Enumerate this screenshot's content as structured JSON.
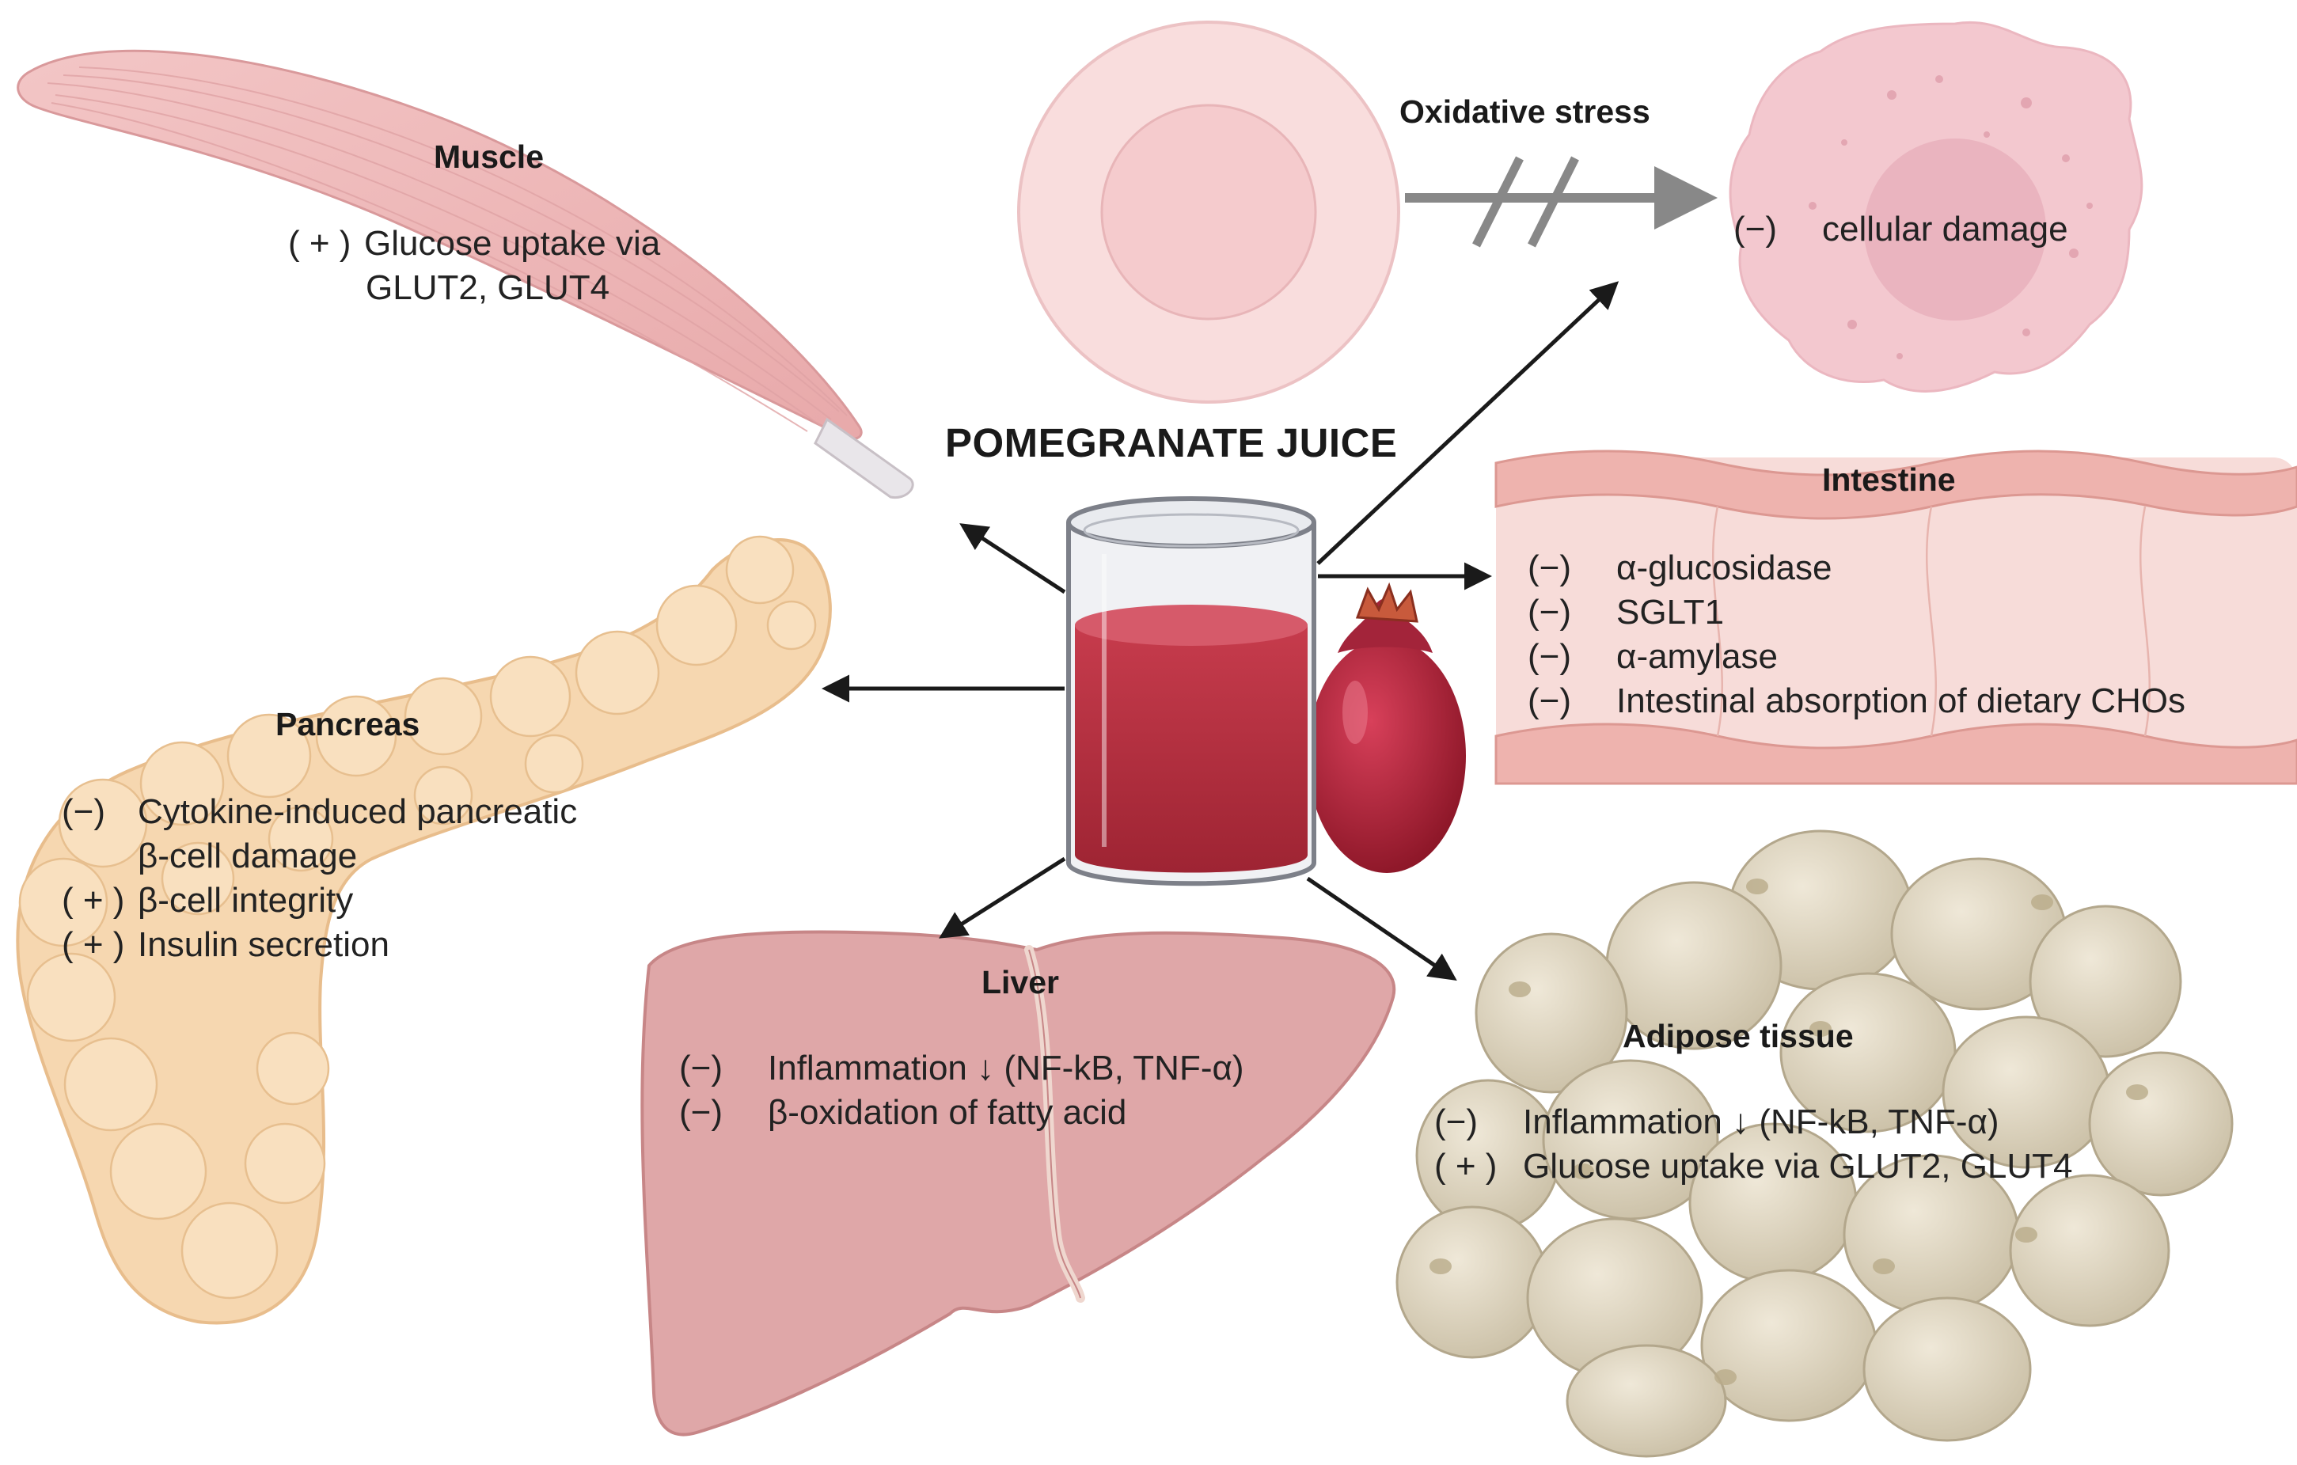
{
  "title": "POMEGRANATE JUICE",
  "oxidative_stress": {
    "label": "Oxidative stress",
    "effect": {
      "sign": "(−)",
      "text": "cellular damage"
    }
  },
  "muscle": {
    "title": "Muscle",
    "effects": [
      {
        "sign": "( + )",
        "text": "Glucose uptake via"
      },
      {
        "sign": "",
        "text": "GLUT2, GLUT4"
      }
    ]
  },
  "intestine": {
    "title": "Intestine",
    "effects": [
      {
        "sign": "(−)",
        "text": "α-glucosidase"
      },
      {
        "sign": "(−)",
        "text": "SGLT1"
      },
      {
        "sign": "(−)",
        "text": "α-amylase"
      },
      {
        "sign": "(−)",
        "text": "Intestinal absorption of dietary CHOs"
      }
    ]
  },
  "pancreas": {
    "title": "Pancreas",
    "effects": [
      {
        "sign": "(−)",
        "text": "Cytokine-induced pancreatic"
      },
      {
        "sign": "",
        "text": "β-cell  damage"
      },
      {
        "sign": "( + )",
        "text": "β-cell integrity"
      },
      {
        "sign": "( + )",
        "text": "Insulin secretion"
      }
    ]
  },
  "liver": {
    "title": "Liver",
    "effects": [
      {
        "sign": "(−)",
        "text": "Inflammation ↓ (NF-kB, TNF-α)"
      },
      {
        "sign": "(−)",
        "text": "β-oxidation of fatty acid"
      }
    ]
  },
  "adipose": {
    "title": "Adipose tissue",
    "effects": [
      {
        "sign": "(−)",
        "text": "Inflammation ↓ (NF-kB, TNF-α)"
      },
      {
        "sign": "( + )",
        "text": "Glucose uptake via GLUT2,  GLUT4"
      }
    ]
  },
  "colors": {
    "muscle": "#f0c2c2",
    "pancreas": "#f6d7b0",
    "liver": "#dfa7a8",
    "intestine": "#f7dcd9",
    "adipose": "#ddd6c4",
    "juice": "#b83242",
    "cell": "#f7d4d6",
    "arrow": "#1a1a1a"
  },
  "icons": [
    "muscle-icon",
    "pancreas-icon",
    "liver-icon",
    "intestine-icon",
    "adipose-tissue-icon",
    "healthy-cell-icon",
    "damaged-cell-icon",
    "juice-glass-icon",
    "pomegranate-icon",
    "blocked-arrow-icon"
  ]
}
